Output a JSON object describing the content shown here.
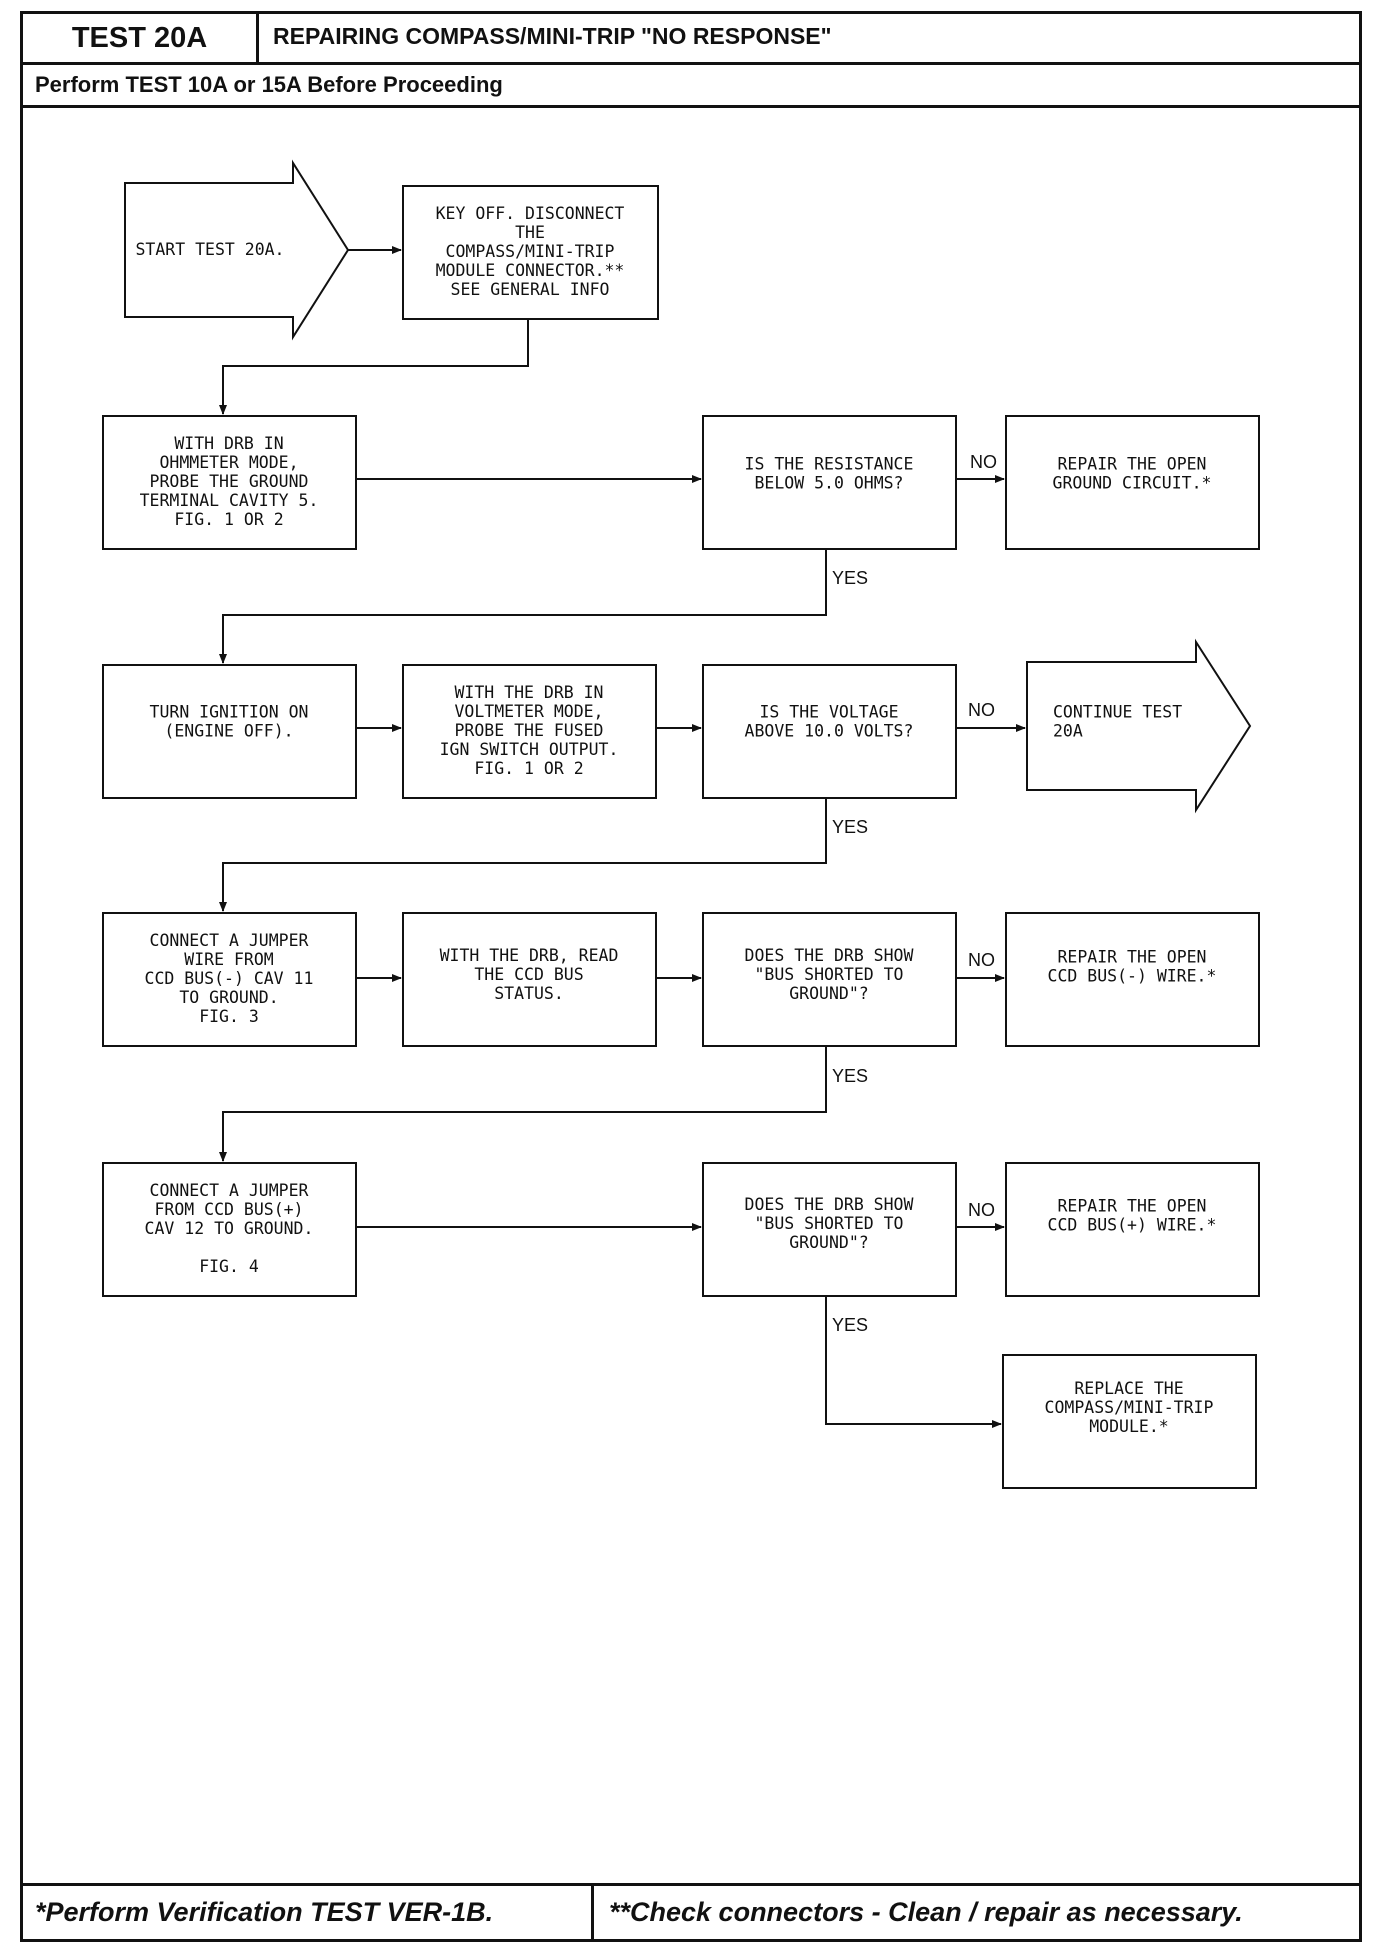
{
  "header": {
    "test_id": "TEST 20A",
    "title": "REPAIRING COMPASS/MINI-TRIP \"NO RESPONSE\"",
    "prerequisite": "Perform TEST 10A or 15A Before Proceeding"
  },
  "flowchart": {
    "start": "START TEST 20A.",
    "key_off": [
      "KEY OFF. DISCONNECT",
      "THE",
      "COMPASS/MINI-TRIP",
      "MODULE CONNECTOR.**",
      "SEE GENERAL INFO"
    ],
    "ohmmeter": [
      "WITH DRB IN",
      "OHMMETER MODE,",
      "PROBE THE GROUND",
      "TERMINAL CAVITY 5.",
      "FIG. 1 OR 2"
    ],
    "q_resistance": [
      "IS THE RESISTANCE",
      "BELOW 5.0 OHMS?"
    ],
    "repair_ground": [
      "REPAIR THE OPEN",
      "GROUND CIRCUIT.*"
    ],
    "ignition": [
      "TURN IGNITION ON",
      "(ENGINE OFF)."
    ],
    "voltmeter": [
      "WITH THE DRB IN",
      "VOLTMETER MODE,",
      "PROBE THE FUSED",
      "IGN SWITCH OUTPUT.",
      "FIG. 1 OR 2"
    ],
    "q_voltage": [
      "IS THE VOLTAGE",
      "ABOVE 10.0 VOLTS?"
    ],
    "continue": [
      "CONTINUE TEST",
      "20A"
    ],
    "jumper_minus": [
      "CONNECT A JUMPER",
      "WIRE FROM",
      "CCD BUS(-) CAV 11",
      "TO GROUND.",
      "FIG. 3"
    ],
    "read_status": [
      "WITH THE DRB, READ",
      "THE CCD BUS",
      "STATUS."
    ],
    "q_shorted_1": [
      "DOES THE DRB SHOW",
      "\"BUS SHORTED TO",
      "GROUND\"?"
    ],
    "repair_minus": [
      "REPAIR THE OPEN",
      "CCD BUS(-) WIRE.*"
    ],
    "jumper_plus": [
      "CONNECT A JUMPER",
      "FROM CCD BUS(+)",
      "CAV 12 TO GROUND.",
      "",
      "FIG. 4"
    ],
    "q_shorted_2": [
      "DOES THE DRB SHOW",
      "\"BUS SHORTED TO",
      "GROUND\"?"
    ],
    "repair_plus": [
      "REPAIR THE OPEN",
      "CCD BUS(+) WIRE.*"
    ],
    "replace_module": [
      "REPLACE THE",
      "COMPASS/MINI-TRIP",
      "MODULE.*"
    ],
    "label_yes": "YES",
    "label_no": "NO"
  },
  "footer": {
    "left": "*Perform Verification TEST VER-1B.",
    "right": "**Check connectors - Clean / repair as necessary."
  }
}
